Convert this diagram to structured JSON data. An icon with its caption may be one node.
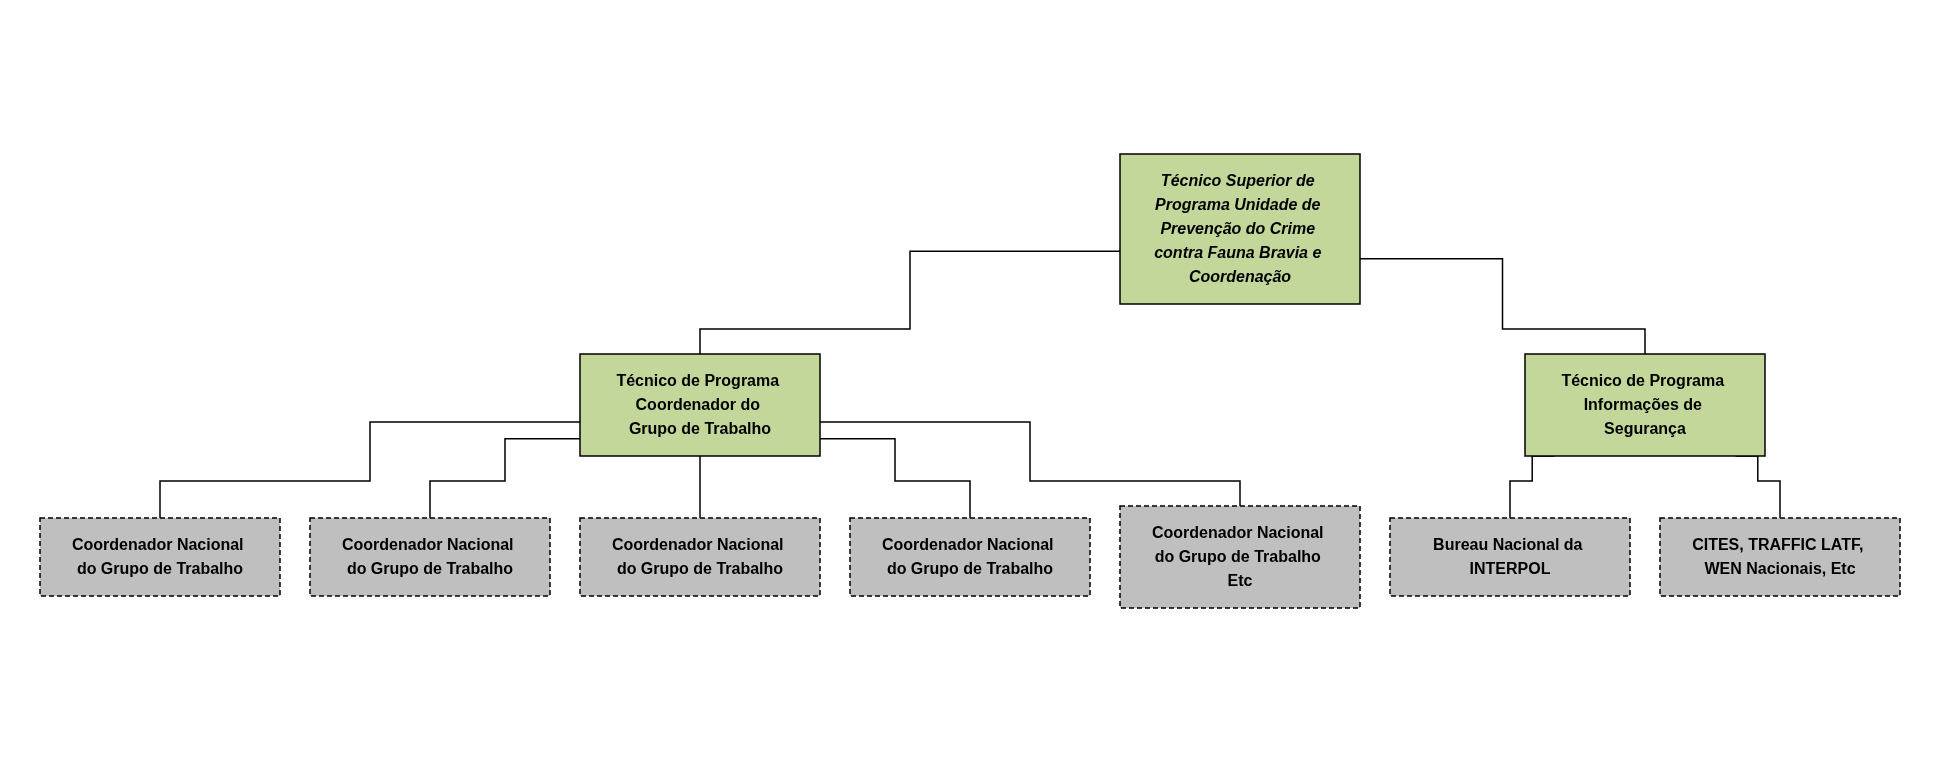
{
  "diagram": {
    "nodes": [
      {
        "text": [
          "Técnico Superior de Programa Unidade de Prevenção do Crime contra Fauna Bravia e Coordenação"
        ]
      },
      {
        "text": [
          "Técnico de Programa Coordenador do Grupo de Trabalho"
        ]
      },
      {
        "text": [
          "Técnico de Programa Informações de Segurança"
        ]
      },
      {
        "text": [
          "Coordenador Nacional do Grupo de Trabalho"
        ]
      },
      {
        "text": [
          "Coordenador Nacional do Grupo de Trabalho"
        ]
      },
      {
        "text": [
          "Coordenador Nacional do Grupo de Trabalho"
        ]
      },
      {
        "text": [
          "Coordenador Nacional do Grupo de Trabalho"
        ]
      },
      {
        "text": [
          "Coordenador Nacional do Grupo de Trabalho Etc"
        ]
      },
      {
        "text": [
          "Bureau Nacional da INTERPOL"
        ]
      },
      {
        "text": [
          "CITES, TRAFFIC LATF, WEN Nacionais, Etc"
        ]
      }
    ],
    "edges": [
      {
        "from": 0,
        "to": 1,
        "arrow": "none"
      },
      {
        "from": 0,
        "to": 2,
        "arrow": "none"
      },
      {
        "from": 1,
        "to": 3,
        "arrow": "none"
      },
      {
        "from": 1,
        "to": 4,
        "arrow": "none"
      },
      {
        "from": 1,
        "to": 5,
        "arrow": "none"
      },
      {
        "from": 1,
        "to": 6,
        "arrow": "none"
      },
      {
        "from": 1,
        "to": 7,
        "arrow": "none"
      },
      {
        "from": 2,
        "to": 8,
        "arrow": "none"
      },
      {
        "from": 2,
        "to": 9,
        "arrow": "none"
      }
    ]
  }
}
